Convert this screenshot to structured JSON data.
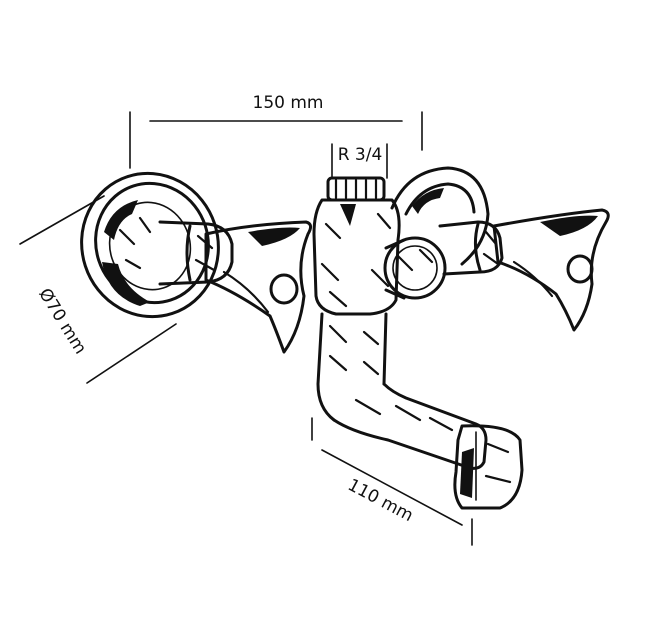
{
  "dimensions": {
    "width_label": "150 mm",
    "thread_label": "R 3/4",
    "flange_label": "Ø70 mm",
    "spout_label": "110 mm"
  }
}
